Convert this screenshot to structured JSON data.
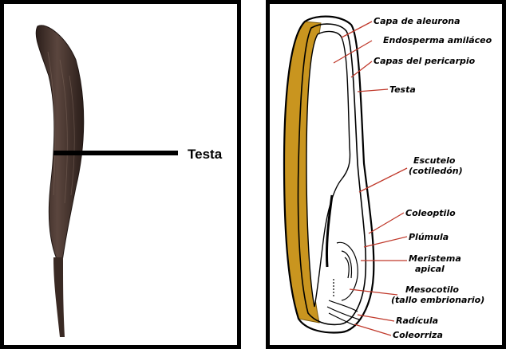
{
  "left_panel": {
    "label": "Testa"
  },
  "right_panel": {
    "labels": {
      "capa_aleurona": "Capa de aleurona",
      "endosperma": "Endosperma amiláceo",
      "pericarpio": "Capas del pericarpio",
      "testa": "Testa",
      "escutelo_1": "Escutelo",
      "escutelo_2": "(cotiledón)",
      "coleoptilo": "Coleoptilo",
      "plumula": "Plúmula",
      "meristema_1": "Meristema",
      "meristema_2": "apical",
      "mesocotilo_1": "Mesocotilo",
      "mesocotilo_2": "(tallo embrionario)",
      "radicula": "Radícula",
      "coleorriza": "Coleorriza"
    }
  },
  "colors": {
    "seed_dark": "#3a2a24",
    "seed_mid": "#5b463e",
    "pericarp": "#c9951f",
    "label_line": "#c0392b",
    "frame": "#000000"
  }
}
